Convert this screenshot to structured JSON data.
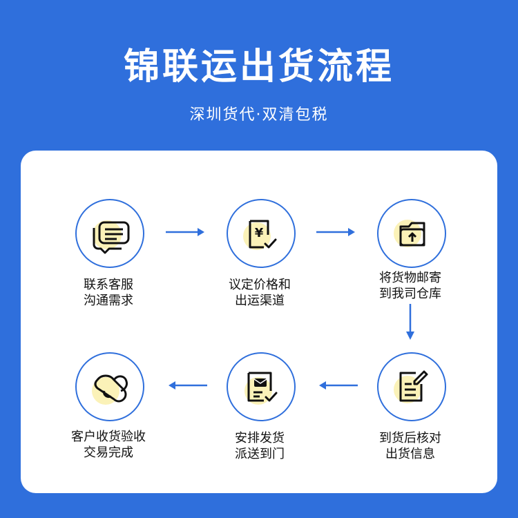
{
  "header": {
    "title": "锦联运出货流程",
    "subtitle": "深圳货代·双清包税"
  },
  "steps": [
    {
      "line1": "联系客服",
      "line2": "沟通需求",
      "icon": "chat-icon"
    },
    {
      "line1": "议定价格和",
      "line2": "出运渠道",
      "icon": "price-document-icon"
    },
    {
      "line1": "将货物邮寄",
      "line2": "到我司仓库",
      "icon": "package-upload-icon"
    },
    {
      "line1": "到货后核对",
      "line2": "出货信息",
      "icon": "checklist-edit-icon"
    },
    {
      "line1": "安排发货",
      "line2": "派送到门",
      "icon": "shipping-document-icon"
    },
    {
      "line1": "客户收货验收",
      "line2": "交易完成",
      "icon": "handshake-icon"
    }
  ],
  "colors": {
    "background": "#2f6fdc",
    "accent": "#2f6fdc",
    "icon_highlight": "#fbf2b8",
    "card": "#ffffff"
  }
}
